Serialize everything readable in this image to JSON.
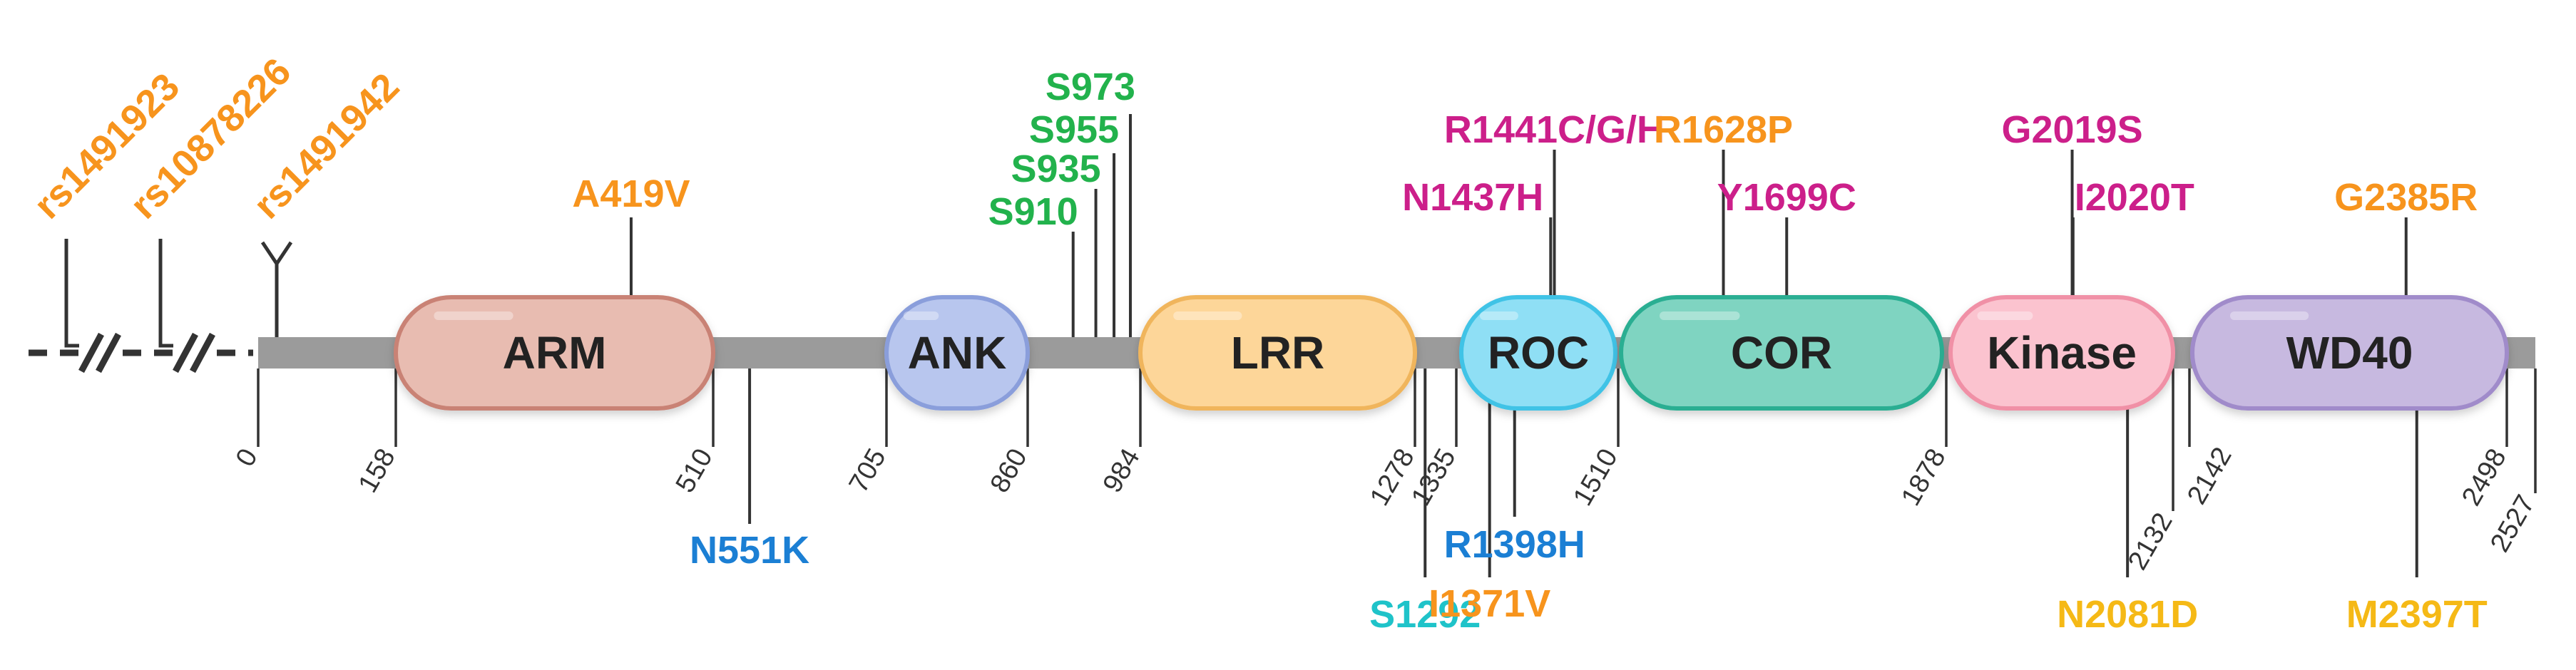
{
  "protein": {
    "backbone_color": "#9b9b9b"
  },
  "snps": [
    {
      "label": "rs1491923",
      "color": "#f7941d"
    },
    {
      "label": "rs10878226",
      "color": "#f7941d"
    },
    {
      "label": "rs1491942",
      "color": "#f7941d"
    }
  ],
  "domains": [
    {
      "label": "ARM",
      "start": 158,
      "end": 510,
      "fill": "#e8bcb1",
      "stroke": "#c98275"
    },
    {
      "label": "ANK",
      "start": 705,
      "end": 860,
      "fill": "#b8c6ee",
      "stroke": "#8a9edb"
    },
    {
      "label": "LRR",
      "start": 984,
      "end": 1278,
      "fill": "#fdd699",
      "stroke": "#f0b55c"
    },
    {
      "label": "ROC",
      "start": 1335,
      "end": 1510,
      "fill": "#8fdff5",
      "stroke": "#3fc3e6"
    },
    {
      "label": "COR",
      "start": 1510,
      "end": 1878,
      "fill": "#7fd4c1",
      "stroke": "#2aae92"
    },
    {
      "label": "Kinase",
      "start": 1878,
      "end": 2132,
      "fill": "#fbc3cf",
      "stroke": "#f090a6"
    },
    {
      "label": "WD40",
      "start": 2142,
      "end": 2498,
      "fill": "#c7b9e0",
      "stroke": "#a08bca"
    }
  ],
  "positions": [
    "0",
    "158",
    "510",
    "705",
    "860",
    "984",
    "1278",
    "1335",
    "1510",
    "1878",
    "2132",
    "2142",
    "2498",
    "2527"
  ],
  "variants_above": [
    {
      "label": "A419V",
      "pos": 419,
      "color": "#f7941d"
    },
    {
      "label": "S910",
      "pos": 910,
      "color": "#22b24c"
    },
    {
      "label": "S935",
      "pos": 935,
      "color": "#22b24c"
    },
    {
      "label": "S955",
      "pos": 955,
      "color": "#22b24c"
    },
    {
      "label": "S973",
      "pos": 973,
      "color": "#22b24c"
    },
    {
      "label": "N1437H",
      "pos": 1437,
      "color": "#cc1f8a"
    },
    {
      "label": "R1441C/G/H",
      "pos": 1441,
      "color": "#cc1f8a"
    },
    {
      "label": "R1628P",
      "pos": 1628,
      "color": "#f7941d"
    },
    {
      "label": "Y1699C",
      "pos": 1699,
      "color": "#cc1f8a"
    },
    {
      "label": "G2019S",
      "pos": 2019,
      "color": "#cc1f8a"
    },
    {
      "label": "I2020T",
      "pos": 2020,
      "color": "#cc1f8a"
    },
    {
      "label": "G2385R",
      "pos": 2385,
      "color": "#f7941d"
    }
  ],
  "variants_below": [
    {
      "label": "N551K",
      "pos": 551,
      "color": "#1b7fd4"
    },
    {
      "label": "S1292",
      "pos": 1292,
      "color": "#1fc3c9"
    },
    {
      "label": "I1371V",
      "pos": 1371,
      "color": "#f7941d"
    },
    {
      "label": "R1398H",
      "pos": 1398,
      "color": "#1b7fd4"
    },
    {
      "label": "N2081D",
      "pos": 2081,
      "color": "#f5b916"
    },
    {
      "label": "M2397T",
      "pos": 2397,
      "color": "#f5b916"
    }
  ]
}
